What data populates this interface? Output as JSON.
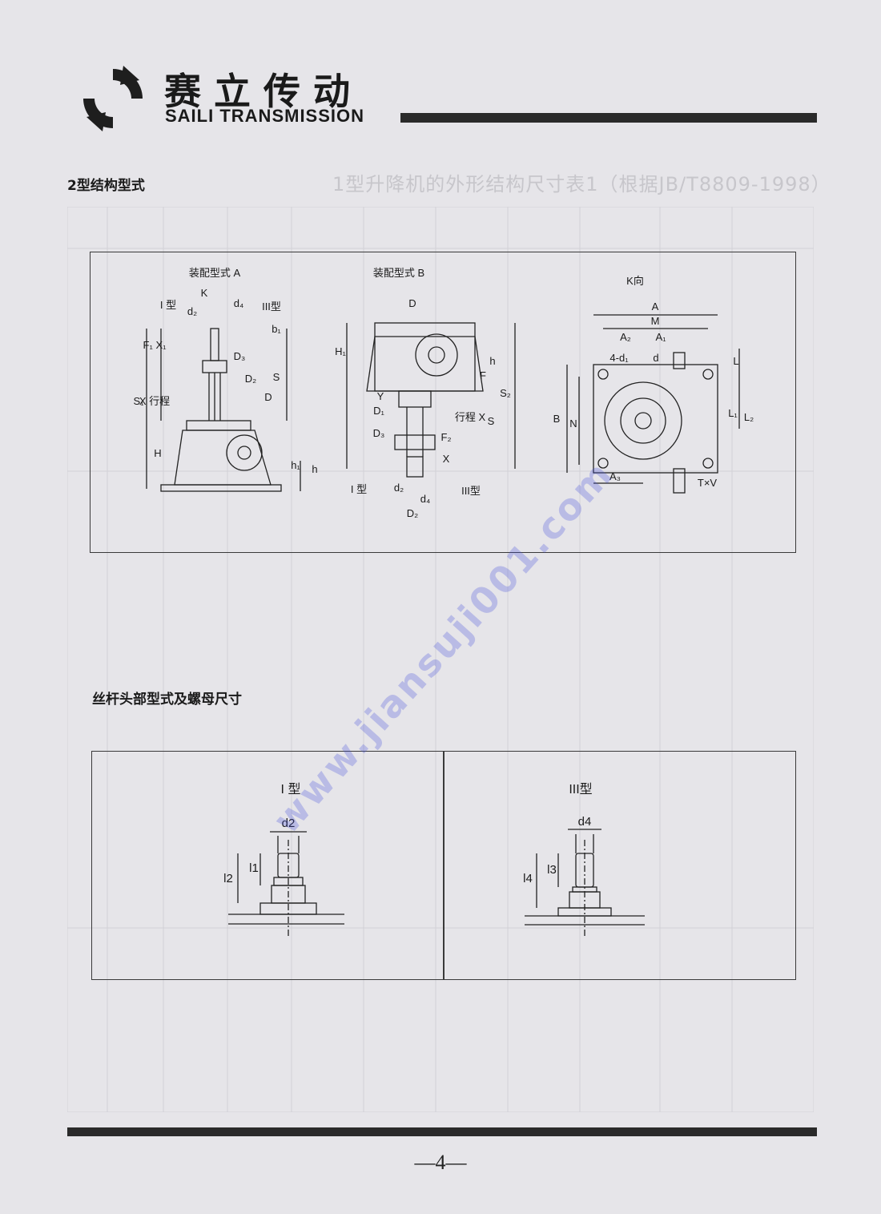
{
  "header": {
    "brand_cn": "赛立传动",
    "brand_en": "SAILI TRANSMISSION"
  },
  "sections": {
    "structure_title": "2型结构型式",
    "screw_title": "丝杆头部型式及螺母尺寸",
    "ghost_title": "1型升降机的外形结构尺寸表1（根据JB/T8809-1998）"
  },
  "diagram_labels": {
    "assembly_a": "装配型式 A",
    "assembly_b": "装配型式 B",
    "k_view": "K向",
    "k": "K",
    "type_1": "I 型",
    "type_3": "III型",
    "stroke_x": "X 行程",
    "stroke_x_b": "行程 X",
    "f1x1": "F₁ X₁",
    "f1": "F₁",
    "f2": "F₂",
    "x": "X",
    "d": "D",
    "d1": "D₁",
    "d2": "D₂",
    "d3": "D₃",
    "d2_small": "d₂",
    "d4_small": "d₄",
    "s": "S",
    "s1": "S₁",
    "s2": "S₂",
    "h": "H",
    "h1": "H₁",
    "h_small": "h",
    "h1_small": "h₁",
    "b1": "b₁",
    "y": "Y",
    "f": "F",
    "a": "A",
    "a1": "A₁",
    "a2": "A₂",
    "a3": "A₃",
    "m": "M",
    "n": "N",
    "b": "B",
    "l": "L",
    "l1": "L₁",
    "l2": "L₂",
    "hole": "4-d₁",
    "d_small": "d",
    "txv": "T×V"
  },
  "screw_labels": {
    "type_1": "I 型",
    "type_3": "III型",
    "d2": "d2",
    "d4": "d4",
    "l2": "l2",
    "l1": "l1",
    "l4": "l4",
    "l3": "l3"
  },
  "watermark": "www.jiansuji001.com",
  "page_number": "—4—"
}
